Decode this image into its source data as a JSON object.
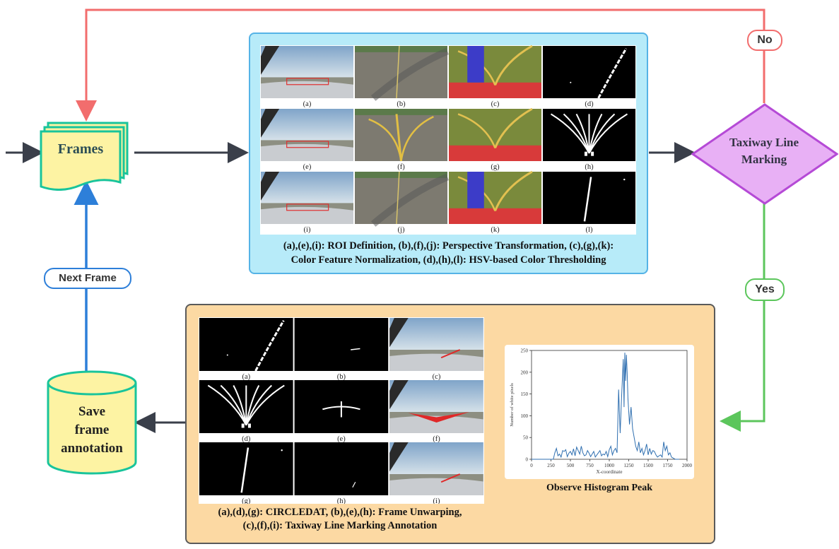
{
  "nodes": {
    "frames": "Frames",
    "decision_line1": "Taxiway Line",
    "decision_line2": "Marking",
    "save_line1": "Save",
    "save_line2": "frame",
    "save_line3": "annotation"
  },
  "edge_labels": {
    "no": "No",
    "yes": "Yes",
    "next_frame": "Next Frame"
  },
  "top_panel": {
    "thumb_labels": [
      "(a)",
      "(b)",
      "(c)",
      "(d)",
      "(e)",
      "(f)",
      "(g)",
      "(h)",
      "(i)",
      "(j)",
      "(k)",
      "(l)"
    ],
    "caption_line1": "(a),(e),(i): ROI Definition, (b),(f),(j): Perspective Transformation, (c),(g),(k):",
    "caption_line2": "Color Feature Normalization, (d),(h),(l): HSV-based Color Thresholding"
  },
  "bottom_panel": {
    "thumb_labels": [
      "(a)",
      "(b)",
      "(c)",
      "(d)",
      "(e)",
      "(f)",
      "(g)",
      "(h)",
      "(i)"
    ],
    "caption_line1": "(a),(d),(g): CIRCLEDAT, (b),(e),(h): Frame Unwarping,",
    "caption_line2": "(c),(f),(i): Taxiway Line Marking Annotation"
  },
  "histogram": {
    "caption": "Observe Histogram Peak",
    "xlabel": "X-coordinate",
    "ylabel": "Number of white pixels",
    "x_ticks": [
      "0",
      "250",
      "500",
      "750",
      "1000",
      "1250",
      "1500",
      "1750",
      "2000"
    ],
    "y_ticks": [
      "0",
      "50",
      "100",
      "150",
      "200",
      "250"
    ]
  },
  "chart_data": {
    "type": "line",
    "title": "",
    "xlabel": "X-coordinate",
    "ylabel": "Number of white pixels",
    "xlim": [
      0,
      2000
    ],
    "ylim": [
      0,
      250
    ],
    "series": [
      {
        "x": [
          0,
          280,
          300,
          320,
          340,
          360,
          380,
          400,
          420,
          440,
          460,
          480,
          500,
          520,
          540,
          560,
          580,
          600,
          620,
          640,
          660,
          680,
          700,
          720,
          740,
          760,
          780,
          800,
          820,
          840,
          860,
          880,
          900,
          920,
          940,
          960,
          980,
          1000,
          1020,
          1040,
          1060,
          1080,
          1100,
          1120,
          1140,
          1160,
          1180,
          1190,
          1200,
          1210,
          1220,
          1230,
          1240,
          1250,
          1260,
          1270,
          1280,
          1300,
          1320,
          1340,
          1360,
          1380,
          1400,
          1420,
          1440,
          1460,
          1480,
          1500,
          1520,
          1540,
          1560,
          1580,
          1600,
          1620,
          1640,
          1660,
          1680,
          1700,
          1720,
          1740,
          1760,
          1780,
          1800,
          1850,
          1900
        ],
        "y": [
          0,
          0,
          15,
          25,
          8,
          12,
          5,
          20,
          18,
          22,
          6,
          14,
          18,
          10,
          24,
          8,
          28,
          20,
          12,
          30,
          15,
          8,
          10,
          20,
          14,
          6,
          12,
          18,
          5,
          10,
          15,
          20,
          8,
          12,
          10,
          18,
          6,
          22,
          30,
          10,
          20,
          25,
          15,
          160,
          60,
          150,
          230,
          120,
          245,
          180,
          240,
          200,
          140,
          110,
          80,
          100,
          120,
          70,
          50,
          30,
          20,
          40,
          15,
          25,
          10,
          20,
          35,
          10,
          25,
          12,
          20,
          18,
          10,
          5,
          8,
          10,
          5,
          40,
          20,
          30,
          10,
          15,
          5,
          0,
          0
        ]
      }
    ]
  },
  "colors": {
    "red_arrow": "#f26d6d",
    "green_arrow": "#5cc65c",
    "blue_arrow": "#2d7fd9",
    "dark_arrow": "#3a3f4a",
    "frames_fill": "#fdf3a3",
    "frames_stroke": "#19c49b",
    "decision_fill": "#e8b0f5",
    "decision_stroke": "#b54ad6"
  }
}
